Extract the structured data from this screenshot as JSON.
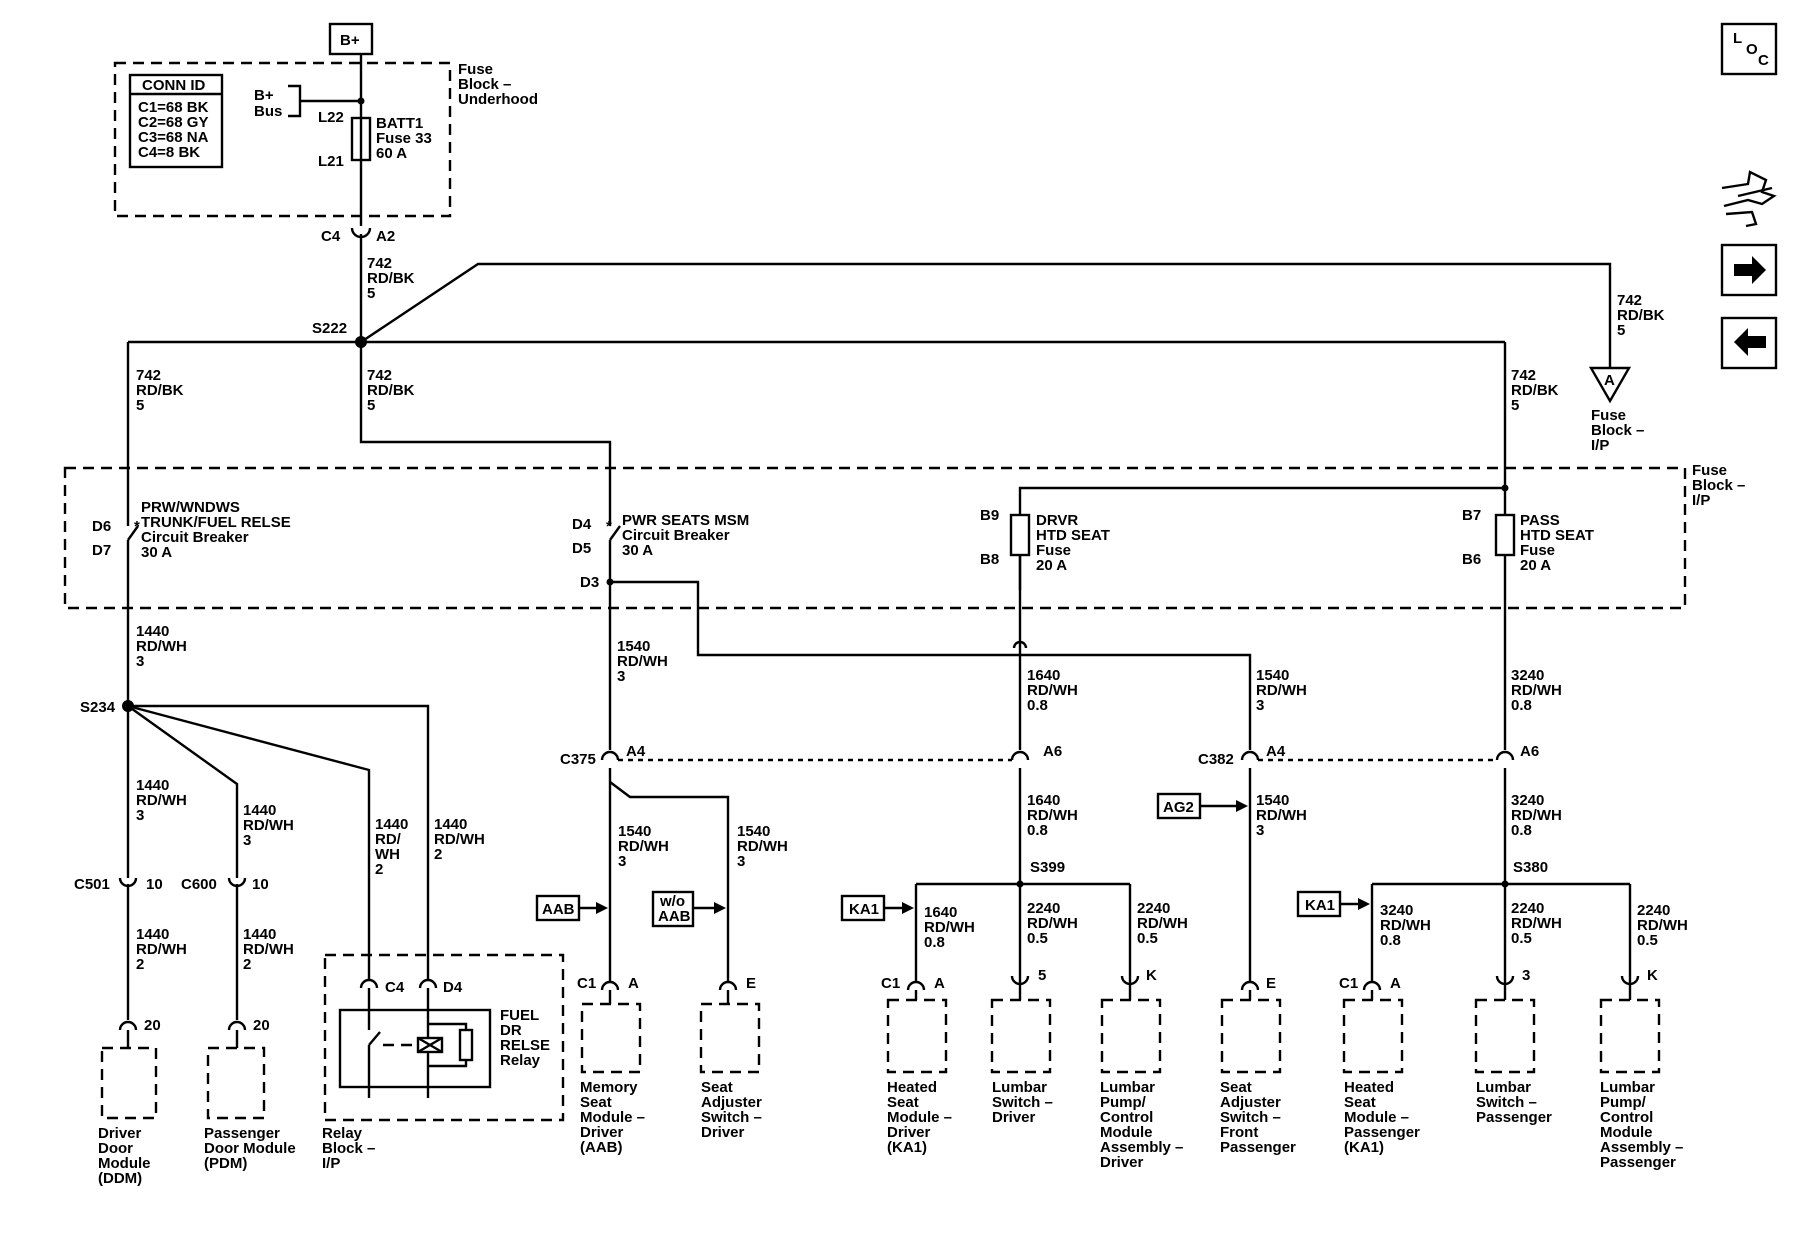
{
  "bplus_box": "B+",
  "conn_id": {
    "title": "CONN ID",
    "lines": [
      "C1=68 BK",
      "C2=68 GY",
      "C3=68 NA",
      "C4=8 BK"
    ]
  },
  "bplus_bus": [
    "B+",
    "Bus"
  ],
  "underhood": {
    "title": [
      "Fuse",
      "Block –",
      "Underhood"
    ],
    "l22": "L22",
    "l21": "L21",
    "fuse": [
      "BATT1",
      "Fuse 33",
      "60 A"
    ]
  },
  "c4_conn": {
    "c": "C4",
    "pin": "A2"
  },
  "wire_742": [
    "742",
    "RD/BK",
    "5"
  ],
  "s222": "S222",
  "fuse_ip_ref": {
    "letter": "A",
    "label": [
      "Fuse",
      "Block –",
      "I/P"
    ]
  },
  "fuse_block_ip": [
    "Fuse",
    "Block –",
    "I/P"
  ],
  "cb1": {
    "pins": [
      "D6",
      "D7"
    ],
    "label": [
      "PRW/WNDWS",
      "TRUNK/FUEL RELSE",
      "Circuit Breaker",
      "30 A"
    ]
  },
  "cb2": {
    "pins": [
      "D4",
      "D5",
      "D3"
    ],
    "label": [
      "PWR SEATS MSM",
      "Circuit Breaker",
      "30 A"
    ]
  },
  "fuse_drvr": {
    "pins": [
      "B9",
      "B8"
    ],
    "label": [
      "DRVR",
      "HTD SEAT",
      "Fuse",
      "20 A"
    ]
  },
  "fuse_pass": {
    "pins": [
      "B7",
      "B6"
    ],
    "label": [
      "PASS",
      "HTD SEAT",
      "Fuse",
      "20 A"
    ]
  },
  "w1440_3": [
    "1440",
    "RD/WH",
    "3"
  ],
  "w1440_2": [
    "1440",
    "RD/WH",
    "2"
  ],
  "w1440_rd_wh_2_split": [
    "1440",
    "RD/",
    "WH",
    "2"
  ],
  "w1540_3": [
    "1540",
    "RD/WH",
    "3"
  ],
  "w1640": [
    "1640",
    "RD/WH",
    "0.8"
  ],
  "w3240": [
    "3240",
    "RD/WH",
    "0.8"
  ],
  "w2240": [
    "2240",
    "RD/WH",
    "0.5"
  ],
  "s234": "S234",
  "s399": "S399",
  "s380": "S380",
  "c501": {
    "c": "C501",
    "pin": "10"
  },
  "c600": {
    "c": "C600",
    "pin": "10"
  },
  "c375": {
    "c": "C375",
    "pin": "A4"
  },
  "c382": {
    "c": "C382",
    "pin": "A4"
  },
  "a6": "A6",
  "pin20": "20",
  "relay": {
    "c4": "C4",
    "d4": "D4",
    "label": [
      "FUEL",
      "DR",
      "RELSE",
      "Relay"
    ],
    "block": [
      "Relay",
      "Block –",
      "I/P"
    ]
  },
  "tags": {
    "aab": "AAB",
    "wo_aab": [
      "w/o",
      "AAB"
    ],
    "ka1": "KA1",
    "ag2": "AG2"
  },
  "pins": {
    "c1": "C1",
    "a": "A",
    "e": "E",
    "p5": "5",
    "k": "K",
    "p3": "3"
  },
  "components": {
    "ddm": [
      "Driver",
      "Door",
      "Module",
      "(DDM)"
    ],
    "pdm": [
      "Passenger",
      "Door Module",
      "(PDM)"
    ],
    "memory": [
      "Memory",
      "Seat",
      "Module –",
      "Driver",
      "(AAB)"
    ],
    "seat_adj_drv": [
      "Seat",
      "Adjuster",
      "Switch –",
      "Driver"
    ],
    "heated_drv": [
      "Heated",
      "Seat",
      "Module –",
      "Driver",
      "(KA1)"
    ],
    "lumbar_sw_drv": [
      "Lumbar",
      "Switch –",
      "Driver"
    ],
    "lumbar_pump_drv": [
      "Lumbar",
      "Pump/",
      "Control",
      "Module",
      "Assembly –",
      "Driver"
    ],
    "seat_adj_pass": [
      "Seat",
      "Adjuster",
      "Switch –",
      "Front",
      "Passenger"
    ],
    "heated_pass": [
      "Heated",
      "Seat",
      "Module –",
      "Passenger",
      "(KA1)"
    ],
    "lumbar_sw_pass": [
      "Lumbar",
      "Switch –",
      "Passenger"
    ],
    "lumbar_pump_pass": [
      "Lumbar",
      "Pump/",
      "Control",
      "Module",
      "Assembly –",
      "Passenger"
    ]
  },
  "side_icons": {
    "loc": [
      "L",
      "O",
      "C"
    ],
    "icons": [
      "connector-pin-icon",
      "arrow-right-icon",
      "arrow-left-icon"
    ]
  }
}
